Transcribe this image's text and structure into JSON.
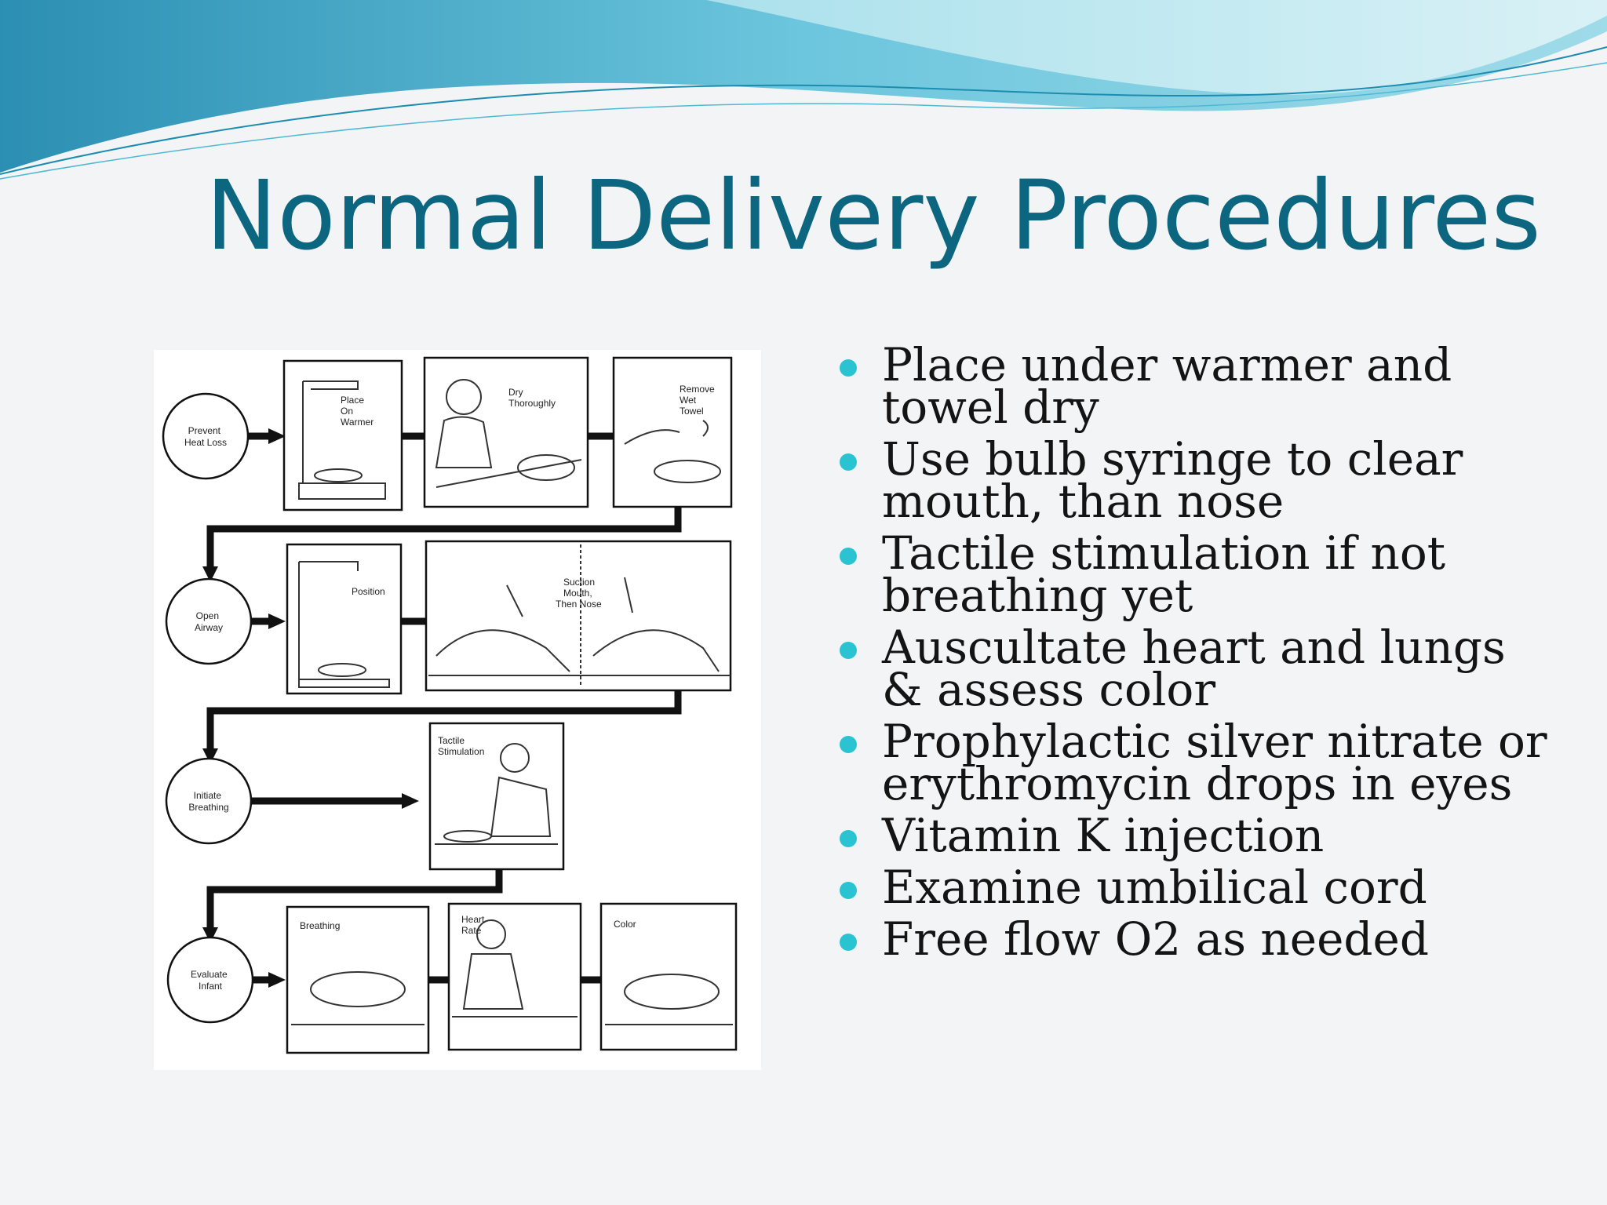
{
  "slide": {
    "title": "Normal Delivery Procedures",
    "accent_color": "#0d6680",
    "bullet_color": "#29c3d1",
    "bullets": [
      "Place under warmer and towel dry",
      "Use bulb syringe to clear mouth, than nose",
      "Tactile stimulation if not breathing yet",
      " Auscultate heart and lungs & assess color",
      "Prophylactic silver nitrate or erythromycin drops in eyes",
      "Vitamin K injection",
      "Examine umbilical cord",
      "Free flow O2 as needed"
    ]
  },
  "figure": {
    "steps": [
      {
        "circle_lines": [
          "Prevent",
          "Heat Loss"
        ],
        "panels": [
          {
            "lines": [
              "Place",
              "On",
              "Warmer"
            ]
          },
          {
            "lines": [
              "Dry",
              "Thoroughly"
            ]
          },
          {
            "lines": [
              "Remove",
              "Wet",
              "Towel"
            ]
          }
        ]
      },
      {
        "circle_lines": [
          "Open",
          "Airway"
        ],
        "panels": [
          {
            "lines": [
              "Position"
            ]
          },
          {
            "lines": [
              "Suction",
              "Mouth,",
              "Then Nose"
            ]
          }
        ]
      },
      {
        "circle_lines": [
          "Initiate",
          "Breathing"
        ],
        "panels": [
          {
            "lines": [
              "Tactile",
              "Stimulation"
            ]
          }
        ]
      },
      {
        "circle_lines": [
          "Evaluate",
          "Infant"
        ],
        "panels": [
          {
            "lines": [
              "Breathing"
            ]
          },
          {
            "lines": [
              "Heart",
              "Rate"
            ]
          },
          {
            "lines": [
              "Color"
            ]
          }
        ]
      }
    ]
  }
}
